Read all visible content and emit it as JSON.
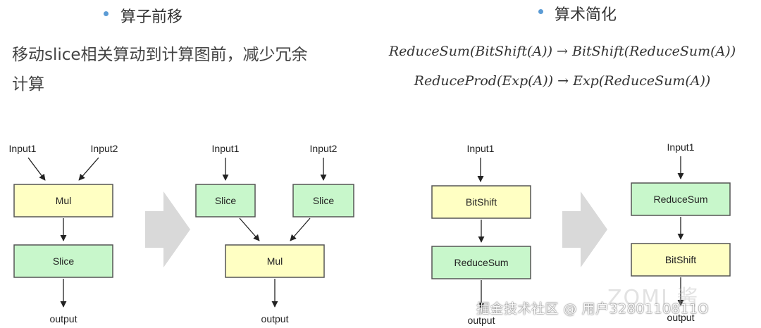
{
  "sections": {
    "left_title": "算子前移",
    "left_desc": "移动slice相关算动到计算图前，减少冗余计算",
    "right_title": "算术简化",
    "formula_1": "ReduceSum(BitShift(A)) → BitShift(ReduceSum(A))",
    "formula_2": "ReduceProd(Exp(A)) → Exp(ReduceSum(A))"
  },
  "diagram1": {
    "input1": "Input1",
    "input2": "Input2",
    "node_top": "Mul",
    "node_bottom": "Slice",
    "output": "output"
  },
  "diagram2": {
    "input1": "Input1",
    "input2": "Input2",
    "node_left": "Slice",
    "node_right": "Slice",
    "node_bottom": "Mul",
    "output": "output"
  },
  "diagram3": {
    "input1": "Input1",
    "node_top": "BitShift",
    "node_bottom": "ReduceSum",
    "output": "output"
  },
  "diagram4": {
    "input1": "Input1",
    "node_top": "ReduceSum",
    "node_bottom": "BitShift",
    "output": "output"
  },
  "colors": {
    "yellow_node": "#ffffc3",
    "green_node": "#c8f7cb",
    "node_border": "#555555",
    "transform_arrow": "#d9d9d9",
    "bullet": "#5b9bd5"
  },
  "watermark": {
    "text": "掘金技术社区 @ 用户3280110811O",
    "logo": "ZOMI 酱"
  }
}
